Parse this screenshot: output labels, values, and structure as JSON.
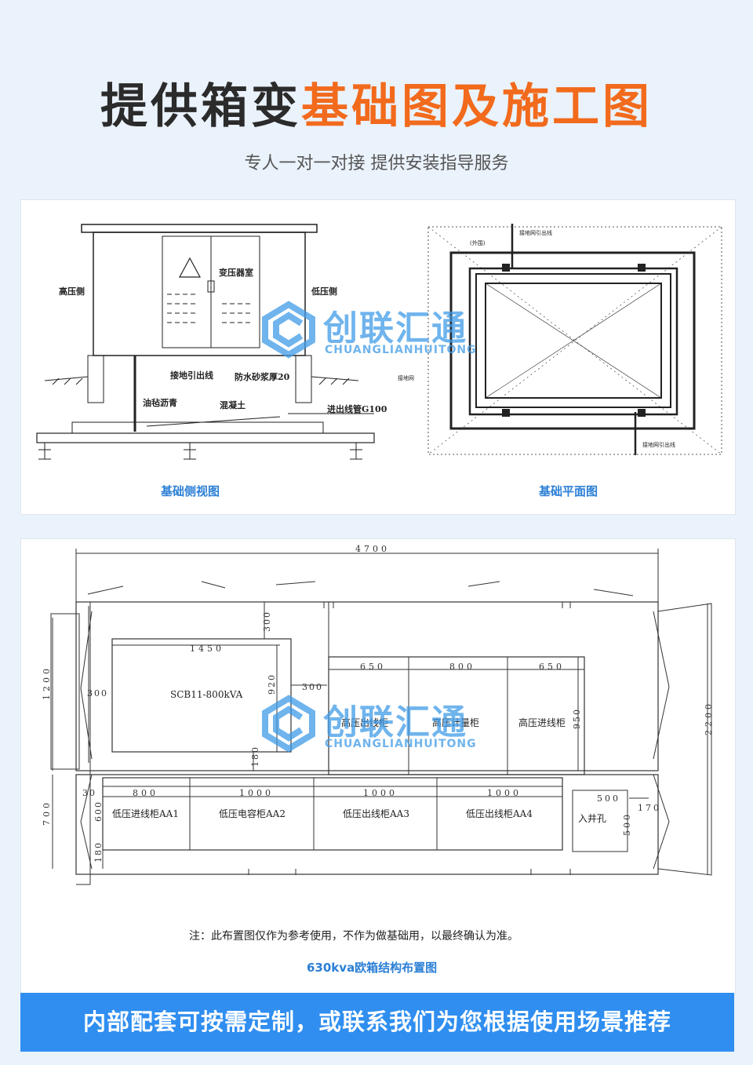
{
  "header": {
    "title_dark": "提供箱变",
    "title_orange": "基础图及施工图",
    "subtitle": "专人一对一对接 提供安装指导服务"
  },
  "colors": {
    "accent": "#f26a1c",
    "blue": "#2f8ef0",
    "caption": "#2b7fd6"
  },
  "watermark": {
    "text": "创联汇通",
    "sub": "CHUANGLIANHUITONG",
    "icon": "logo-icon"
  },
  "side_view": {
    "caption": "基础侧视图",
    "high_side": "高压侧",
    "low_side": "低压侧",
    "transformer_room": "变压器室",
    "ground_lead": "接地引出线",
    "waterproof": "防水砂浆厚20",
    "asphalt": "油毡沥青",
    "concrete": "混凝土",
    "cable_pipe": "进出线管G100"
  },
  "plan_view": {
    "caption": "基础平面图",
    "note_tl": "(外围)",
    "note_top": "接地网引出线",
    "note_left": "接地网",
    "note_bottom": "接地网引出线"
  },
  "layout": {
    "caption": "630kva欧箱结构布置图",
    "note": "注：此布置图仅作为参考使用，不作为做基础用，以最终确认为准。",
    "transformer": "SCB11-800kVA",
    "hv_cabinets": [
      "高压出线柜",
      "高压计量柜",
      "高压进线柜"
    ],
    "lv_cabinets": [
      "低压进线柜AA1",
      "低压电容柜AA2",
      "低压出线柜AA3",
      "低压出线柜AA4"
    ],
    "well": "入井孔",
    "dims": {
      "total_width": "4700",
      "total_height": "2200",
      "left_top": "1200",
      "left_bottom": "700",
      "t_width": "1450",
      "t_height": "920",
      "t_top": "300",
      "t_left": "300",
      "t_right": "300",
      "t_bottom": "180",
      "hv_widths": [
        "650",
        "800",
        "650"
      ],
      "hv_height": "950",
      "lv_widths": [
        "800",
        "1000",
        "1000",
        "1000"
      ],
      "lv_left": "30",
      "lv_height": "600",
      "lv_bottom": "180",
      "well_w": "500",
      "well_h": "500",
      "well_gap": "170"
    }
  },
  "banner": {
    "text": "内部配套可按需定制，或联系我们为您根据使用场景推荐"
  }
}
